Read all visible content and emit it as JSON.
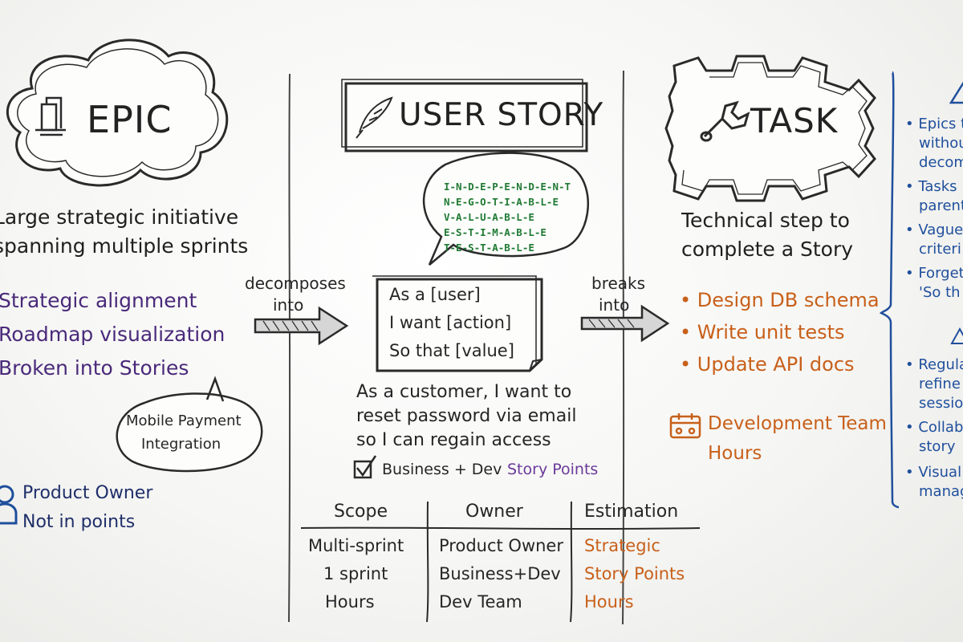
{
  "epic": {
    "title": "EPIC",
    "desc_line1": "Large strategic initiative",
    "desc_line2": "spanning multiple sprints",
    "bullets": [
      "Strategic alignment",
      "Roadmap visualization",
      "Broken into Stories"
    ],
    "bubble_line1": "Mobile Payment",
    "bubble_line2": "Integration",
    "owner_line1": "Product Owner",
    "owner_line2": "Not in points"
  },
  "arrow_left": {
    "line1": "decomposes",
    "line2": "into"
  },
  "story": {
    "title": "USER STORY",
    "invest": [
      "I-N-D-E-P-E-N-D-E-N-T",
      "N-E-G-O-T-I-A-B-L-E",
      "V-A-L-U-A-B-L-E",
      "E-S-T-I-M-A-B-L-E",
      "T-E-S-T-A-B-L-E"
    ],
    "template_line1": "As a [user]",
    "template_line2": "I want [action]",
    "template_line3": "So that [value]",
    "example_line1": "As a customer, I want to",
    "example_line2": "reset password via email",
    "example_line3": "so I can regain access",
    "owner": "Business + Dev",
    "estimate": "Story Points"
  },
  "arrow_right": {
    "line1": "breaks",
    "line2": "into"
  },
  "task": {
    "title": "TASK",
    "desc_line1": "Technical step to",
    "desc_line2": "complete a Story",
    "bullets": [
      "• Design DB schema",
      "• Write unit tests",
      "• Update API docs"
    ],
    "owner_line1": "Development Team",
    "owner_line2": "Hours"
  },
  "table": {
    "headers": [
      "Scope",
      "Owner",
      "Estimation"
    ],
    "rows": [
      [
        "Multi-sprint",
        "Product Owner",
        "Strategic"
      ],
      [
        "1 sprint",
        "Business+Dev",
        "Story Points"
      ],
      [
        "Hours",
        "Dev Team",
        "Hours"
      ]
    ]
  },
  "sidebar": {
    "pitfalls": [
      "• Epics t",
      "withou",
      "decom",
      "• Tasks",
      "parent",
      "• Vague",
      "criteri",
      "• Forget",
      "'So th"
    ],
    "practices": [
      "• Regula",
      "refine",
      "sessio",
      "• Collab",
      "story",
      "• Visual",
      "manag"
    ]
  },
  "colors": {
    "epic_text": "#4a2a7a",
    "task_text": "#c8601a",
    "invest_text": "#1f7a33",
    "sidebar_text": "#1f4f9c",
    "ink": "#262626"
  }
}
